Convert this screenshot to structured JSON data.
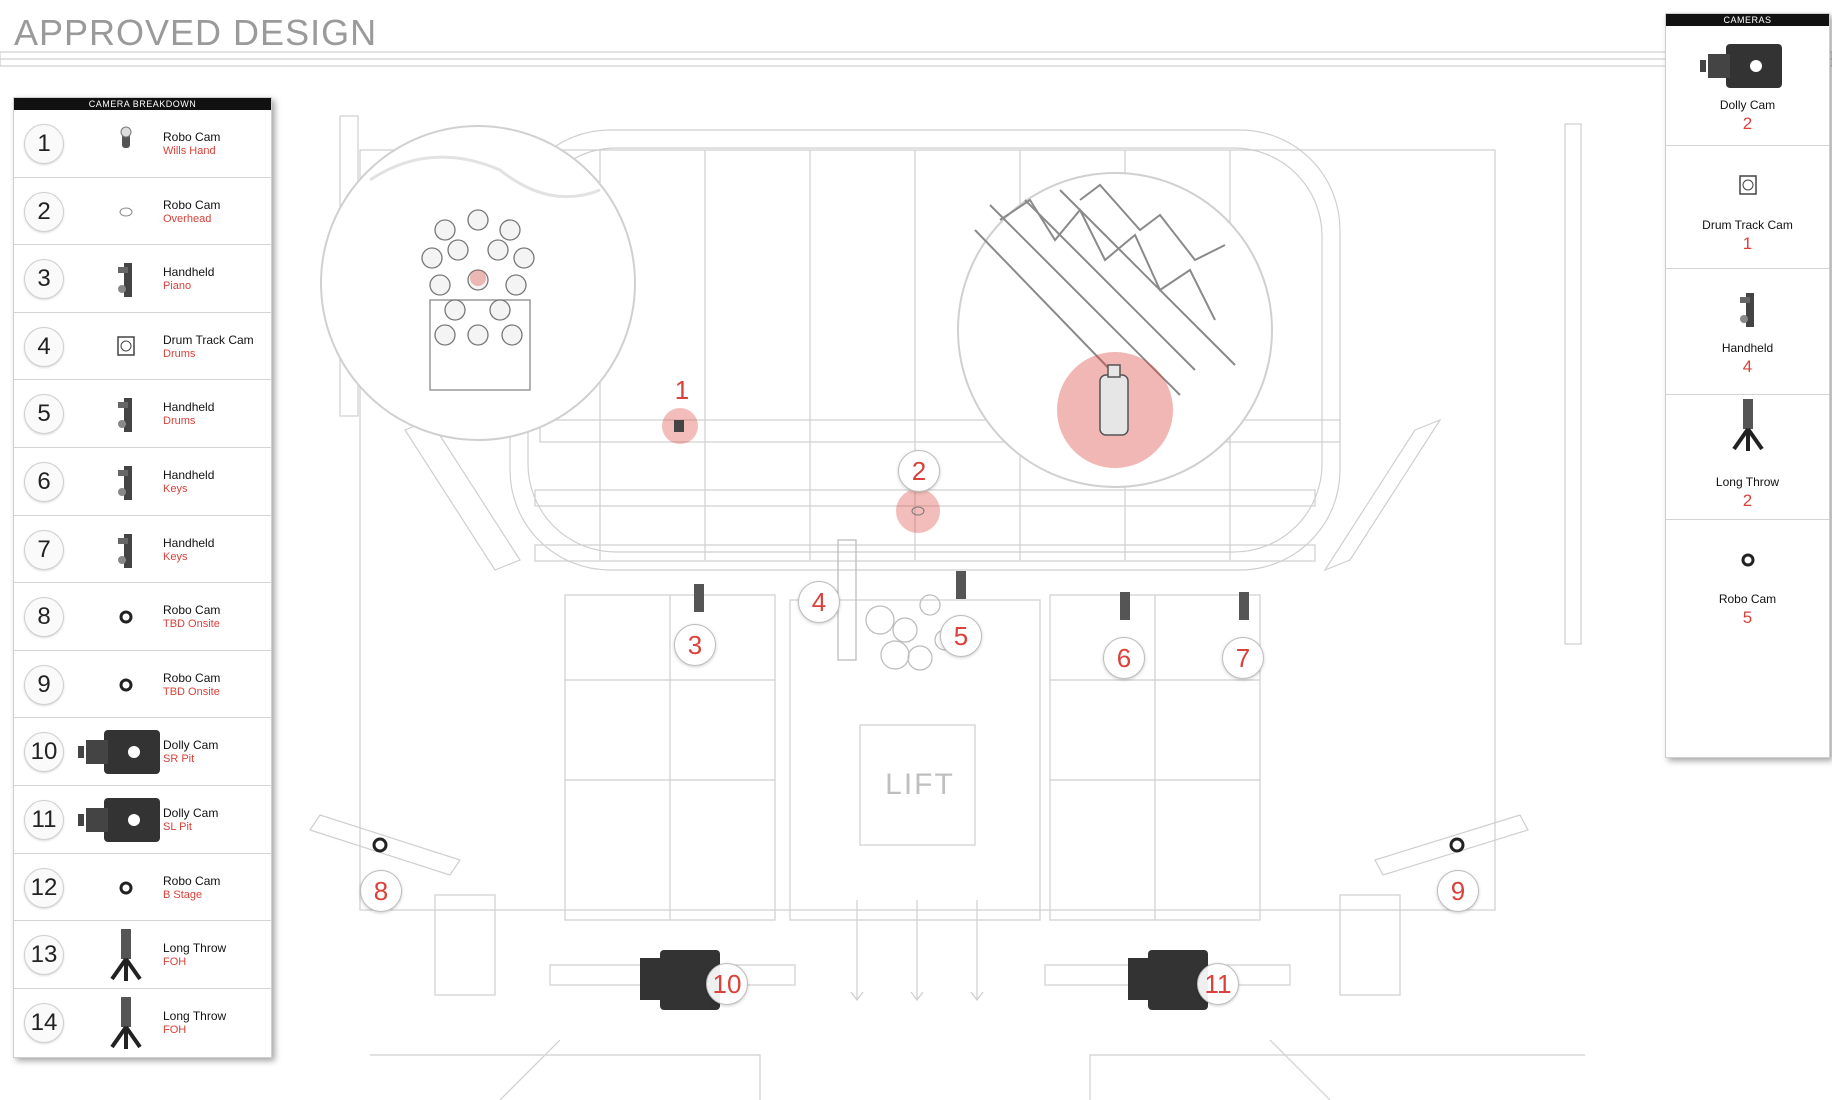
{
  "title": "APPROVED DESIGN",
  "colors": {
    "accent": "#d9413a",
    "line": "#c6c6c6",
    "dark": "#333333"
  },
  "breakdown": {
    "header": "CAMERA BREAKDOWN",
    "rows": [
      {
        "num": "1",
        "name": "Robo Cam",
        "location": "Wills Hand",
        "icon": "robo-cam-small-icon"
      },
      {
        "num": "2",
        "name": "Robo Cam",
        "location": "Overhead",
        "icon": "robo-cam-overhead-icon"
      },
      {
        "num": "3",
        "name": "Handheld",
        "location": "Piano",
        "icon": "handheld-camera-icon"
      },
      {
        "num": "4",
        "name": "Drum Track Cam",
        "location": "Drums",
        "icon": "drum-track-cam-icon"
      },
      {
        "num": "5",
        "name": "Handheld",
        "location": "Drums",
        "icon": "handheld-camera-icon"
      },
      {
        "num": "6",
        "name": "Handheld",
        "location": "Keys",
        "icon": "handheld-camera-icon"
      },
      {
        "num": "7",
        "name": "Handheld",
        "location": "Keys",
        "icon": "handheld-camera-icon"
      },
      {
        "num": "8",
        "name": "Robo Cam",
        "location": "TBD Onsite",
        "icon": "robo-cam-ring-icon"
      },
      {
        "num": "9",
        "name": "Robo Cam",
        "location": "TBD Onsite",
        "icon": "robo-cam-ring-icon"
      },
      {
        "num": "10",
        "name": "Dolly Cam",
        "location": "SR Pit",
        "icon": "dolly-cam-icon"
      },
      {
        "num": "11",
        "name": "Dolly Cam",
        "location": "SL Pit",
        "icon": "dolly-cam-icon"
      },
      {
        "num": "12",
        "name": "Robo Cam",
        "location": "B Stage",
        "icon": "robo-cam-ring-icon"
      },
      {
        "num": "13",
        "name": "Long Throw",
        "location": "FOH",
        "icon": "long-throw-tripod-icon"
      },
      {
        "num": "14",
        "name": "Long Throw",
        "location": "FOH",
        "icon": "long-throw-tripod-icon"
      }
    ]
  },
  "cameras": {
    "header": "CAMERAS",
    "items": [
      {
        "name": "Dolly Cam",
        "count": "2",
        "icon": "dolly-cam-icon"
      },
      {
        "name": "Drum Track Cam",
        "count": "1",
        "icon": "drum-track-cam-icon"
      },
      {
        "name": "Handheld",
        "count": "4",
        "icon": "handheld-camera-icon"
      },
      {
        "name": "Long Throw",
        "count": "2",
        "icon": "long-throw-tripod-icon"
      },
      {
        "name": "Robo Cam",
        "count": "5",
        "icon": "robo-cam-ring-icon"
      }
    ]
  },
  "stage": {
    "lift_label": "LIFT",
    "markers": [
      "1",
      "2",
      "3",
      "4",
      "5",
      "6",
      "7",
      "8",
      "9",
      "10",
      "11"
    ]
  }
}
